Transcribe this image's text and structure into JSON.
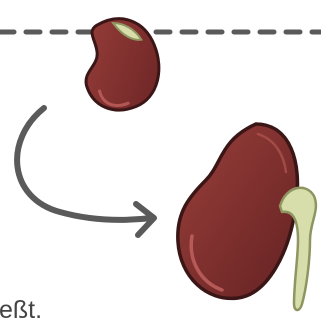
{
  "caption": "eßt.",
  "colors": {
    "bean_fill": "#843434",
    "bean_outline": "#3b1616",
    "bean_highlight": "#c0625f",
    "sprout_fill": "#d8deab",
    "sprout_outline": "#8f9560",
    "arrow": "#5a5a5a",
    "dashed_line": "#5a5a5a",
    "caption_text": "#444444"
  },
  "icons": [
    "dry-bean",
    "germinating-bean",
    "curved-arrow",
    "dashed-line"
  ]
}
